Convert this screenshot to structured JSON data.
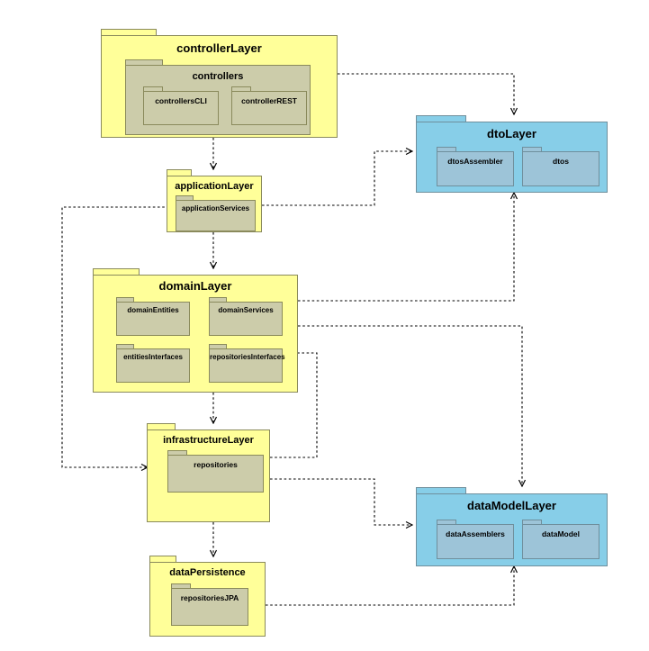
{
  "diagram": {
    "type": "uml-package-diagram",
    "title": "",
    "colors": {
      "layer_yellow": "#ffff99",
      "layer_blue": "#87cee8",
      "inner_khaki": "#ccccaa",
      "inner_steel": "#9dc4d8",
      "border_yellow": "#8a8a5c",
      "border_blue": "#6f8f9c",
      "connector": "#000000",
      "background": "#ffffff"
    }
  },
  "packages": {
    "controller_layer": {
      "label": "controllerLayer",
      "children": {
        "controllers": {
          "label": "controllers",
          "children": {
            "controllers_cli": {
              "label": "controllersCLI"
            },
            "controller_rest": {
              "label": "controllerREST"
            }
          }
        }
      }
    },
    "dto_layer": {
      "label": "dtoLayer",
      "children": {
        "dtos_assembler": {
          "label": "dtosAssembler"
        },
        "dtos": {
          "label": "dtos"
        }
      }
    },
    "application_layer": {
      "label": "applicationLayer",
      "children": {
        "application_services": {
          "label": "applicationServices"
        }
      }
    },
    "domain_layer": {
      "label": "domainLayer",
      "children": {
        "domain_entities": {
          "label": "domainEntities"
        },
        "domain_services": {
          "label": "domainServices"
        },
        "entities_interfaces": {
          "label": "entitiesInterfaces"
        },
        "repositories_interfaces": {
          "label": "repositoriesInterfaces"
        }
      }
    },
    "infrastructure_layer": {
      "label": "infrastructureLayer",
      "children": {
        "repositories": {
          "label": "repositories"
        }
      }
    },
    "data_model_layer": {
      "label": "dataModelLayer",
      "children": {
        "data_assemblers": {
          "label": "dataAssemblers"
        },
        "data_model": {
          "label": "dataModel"
        }
      }
    },
    "data_persistence": {
      "label": "dataPersistence",
      "children": {
        "repositories_jpa": {
          "label": "repositoriesJPA"
        }
      }
    }
  },
  "connections": [
    {
      "id": "controllers-to-dtolayer",
      "from": "controllerLayer",
      "to": "dtoLayer",
      "style": "dashed",
      "arrow": "open"
    },
    {
      "id": "controllerlayer-to-applicationlayer",
      "from": "controllerLayer",
      "to": "applicationLayer",
      "style": "dashed",
      "arrow": "open"
    },
    {
      "id": "applicationlayer-to-dtolayer",
      "from": "applicationLayer",
      "to": "dtoLayer",
      "style": "dashed",
      "arrow": "open"
    },
    {
      "id": "applicationlayer-to-infrastructurelayer",
      "from": "applicationLayer",
      "to": "infrastructureLayer",
      "style": "dashed",
      "arrow": "open"
    },
    {
      "id": "applicationlayer-to-domainlayer",
      "from": "applicationLayer",
      "to": "domainLayer",
      "style": "dashed",
      "arrow": "open"
    },
    {
      "id": "domainservices-to-dtolayer",
      "from": "domainLayer",
      "to": "dtoLayer",
      "style": "dashed",
      "arrow": "open"
    },
    {
      "id": "domainlayer-to-datamodellayer",
      "from": "domainLayer",
      "to": "dataModelLayer",
      "style": "dashed",
      "arrow": "open"
    },
    {
      "id": "repositories-to-repositoriesinterfaces",
      "from": "infrastructureLayer",
      "to": "domainLayer",
      "style": "dashed",
      "arrow": "open"
    },
    {
      "id": "domainlayer-to-infrastructurelayer",
      "from": "domainLayer",
      "to": "infrastructureLayer",
      "style": "dashed",
      "arrow": "open"
    },
    {
      "id": "repositories-to-datamodellayer",
      "from": "infrastructureLayer",
      "to": "dataModelLayer",
      "style": "dashed",
      "arrow": "open"
    },
    {
      "id": "infrastructurelayer-to-datapersistence",
      "from": "infrastructureLayer",
      "to": "dataPersistence",
      "style": "dashed",
      "arrow": "open"
    },
    {
      "id": "datapersistence-to-datamodellayer",
      "from": "dataPersistence",
      "to": "dataModelLayer",
      "style": "dashed",
      "arrow": "open"
    }
  ]
}
